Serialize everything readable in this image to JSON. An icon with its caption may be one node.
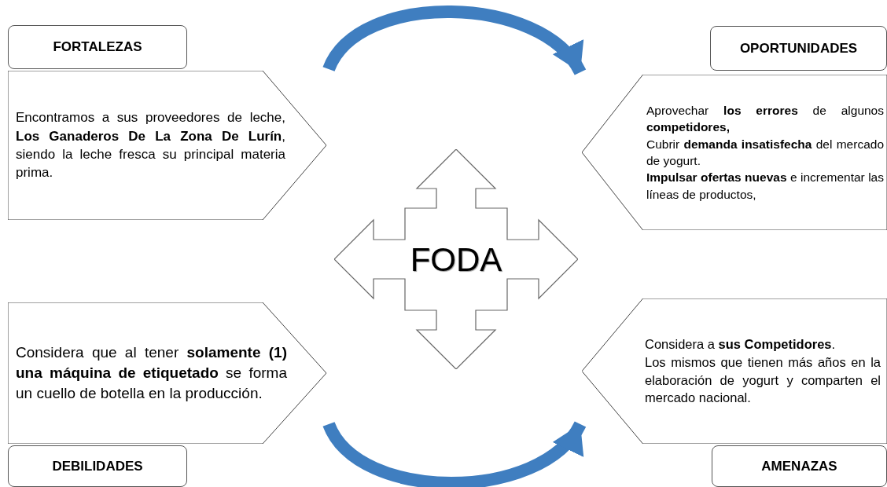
{
  "diagram": {
    "nodes": [
      {
        "text": [
          "FORTALEZAS"
        ]
      },
      {
        "text": [
          "Encontramos a sus proveedores de leche, **Los Ganaderos De La Zona De Lurín**, siendo la leche fresca su principal materia prima."
        ]
      },
      {
        "text": [
          "OPORTUNIDADES"
        ]
      },
      {
        "text": [
          "Aprovechar **los errores** de algunos **competidores,**",
          "Cubrir **demanda insatisfecha** del mercado de yogurt.",
          "**Impulsar ofertas nuevas** e incrementar las líneas de productos,"
        ]
      },
      {
        "text": [
          "FODA"
        ]
      },
      {
        "text": [
          "Considera que al tener **solamente (1) una máquina de etiquetado** se forma un cuello de botella en la producción."
        ]
      },
      {
        "text": [
          "DEBILIDADES"
        ]
      },
      {
        "text": [
          "Considera a **sus Competidores**.",
          "Los mismos que tienen más años en la elaboración de yogurt y comparten el mercado nacional."
        ]
      },
      {
        "text": [
          "AMENAZAS"
        ]
      }
    ],
    "edges": [
      {
        "from": 1,
        "to": 3,
        "arrow": "to"
      },
      {
        "from": 5,
        "to": 7,
        "arrow": "to"
      }
    ]
  }
}
